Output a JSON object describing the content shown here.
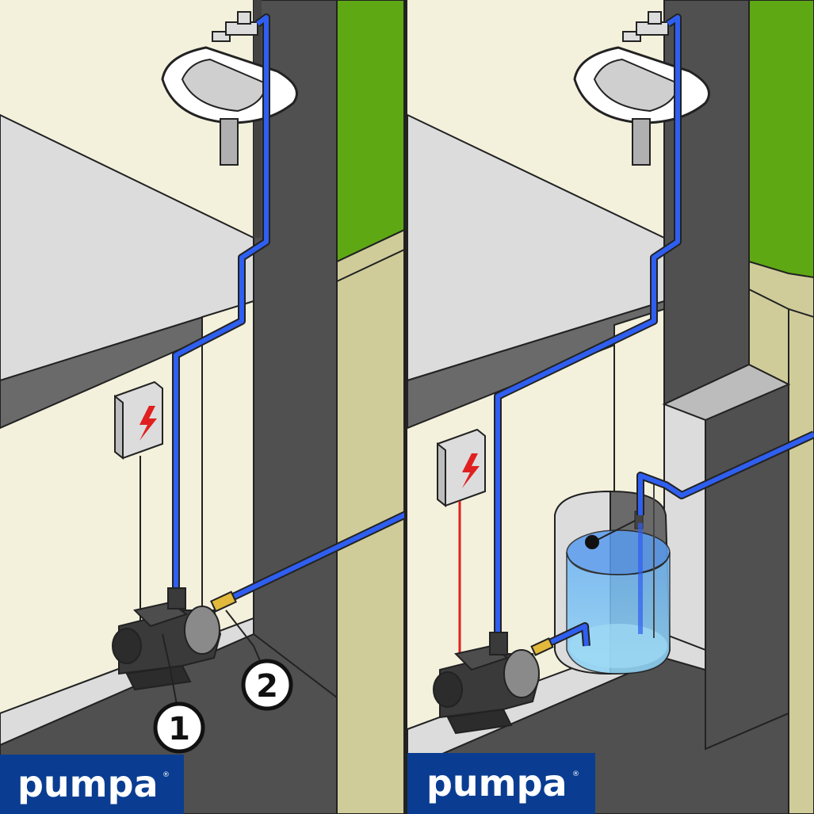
{
  "panels": [
    {
      "brand": {
        "name": "pumpa",
        "mark": "®"
      },
      "callouts": [
        {
          "id": 1,
          "label": "1"
        },
        {
          "id": 2,
          "label": "2"
        }
      ]
    },
    {
      "brand": {
        "name": "pumpa",
        "mark": "®"
      }
    }
  ],
  "colors": {
    "pipe": "#2f5ff0",
    "cable": "#e02020",
    "wall": "#505050",
    "slab": "#dcdcdc",
    "room": "#f3f1dc",
    "ground": "#cfcc9a",
    "grass": "#5ea814",
    "water": "#7fc6f0",
    "brand_bar": "#0a3d91"
  },
  "icons": [
    "faucet-icon",
    "sink-icon",
    "electric-box-icon",
    "lightning-icon",
    "pump-icon",
    "tank-icon",
    "float-switch-icon"
  ]
}
